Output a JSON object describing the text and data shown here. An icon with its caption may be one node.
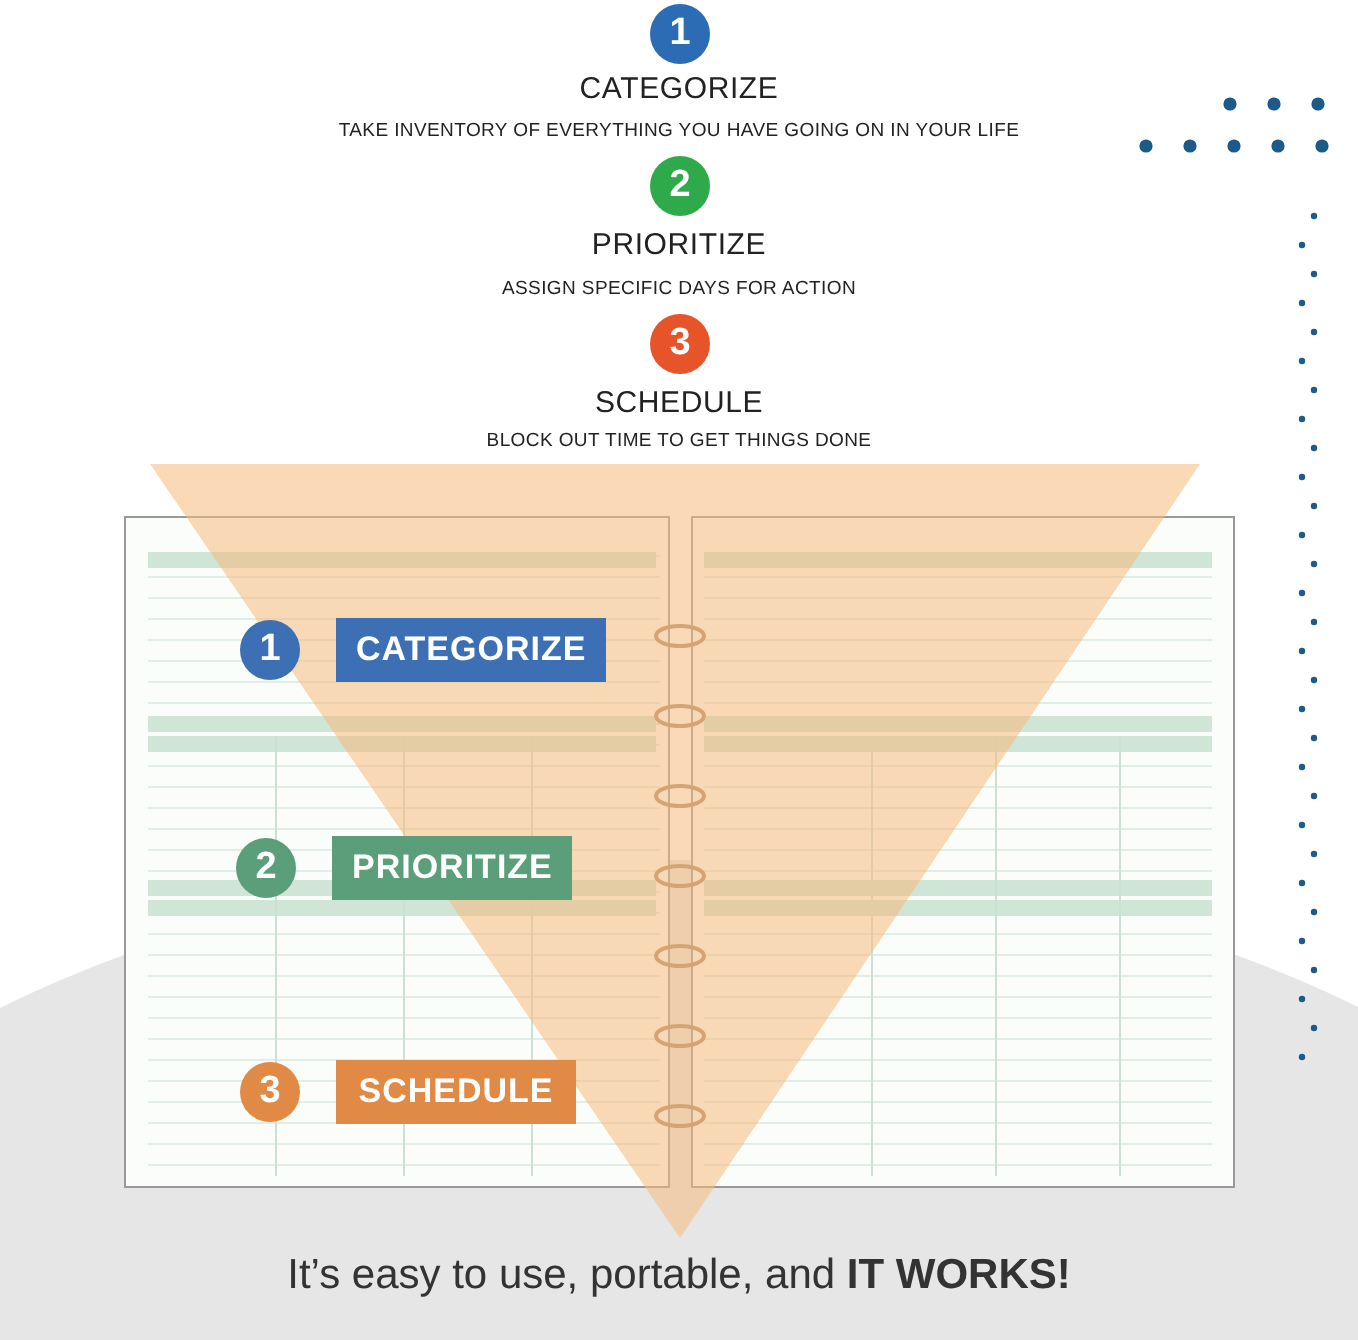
{
  "diagram": {
    "nodes": [
      {
        "text": [
          "1"
        ],
        "beside": [
          "CATEGORIZE",
          "TAKE INVENTORY OF EVERYTHING YOU HAVE GOING ON IN YOUR LIFE"
        ]
      },
      {
        "text": [
          "2"
        ],
        "beside": [
          "PRIORITIZE",
          "ASSIGN SPECIFIC DAYS FOR ACTION"
        ]
      },
      {
        "text": [
          "3"
        ],
        "beside": [
          "SCHEDULE",
          "BLOCK OUT TIME TO GET THINGS DONE"
        ]
      },
      {
        "text": [],
        "shape": "picture"
      },
      {
        "text": [
          "1",
          "CATEGORIZE"
        ],
        "in": 3
      },
      {
        "text": [
          "2",
          "PRIORITIZE"
        ],
        "in": 3
      },
      {
        "text": [
          "3",
          "SCHEDULE"
        ],
        "in": 3
      }
    ],
    "caption": "It’s easy to use, portable, and **IT WORKS!**"
  }
}
